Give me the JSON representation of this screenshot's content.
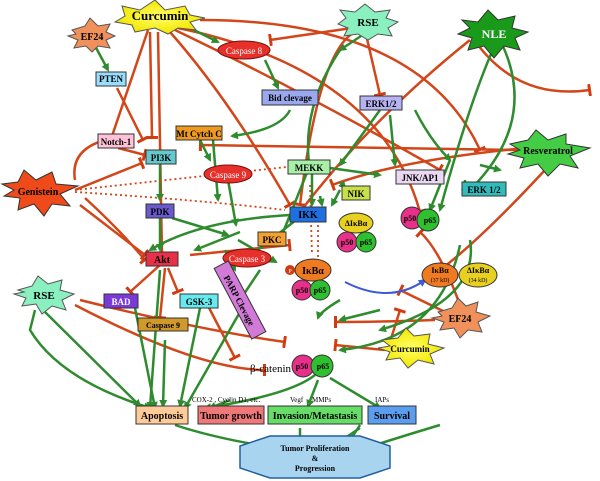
{
  "agents": {
    "curcumin": "Curcumin",
    "rse": "RSE",
    "nle": "NLE",
    "ef24": "EF24",
    "genistein": "Genistein",
    "resveratrol": "Resveratrol"
  },
  "nodes": {
    "caspase8": "Caspase 8",
    "pten": "PTEN",
    "bid": "Bid clevage",
    "erk12": "ERK1/2",
    "notch": "Notch-1",
    "mtcytc": "Mt Cytch C",
    "pi3k": "PI3K",
    "mekk": "MEKK",
    "jnk": "JNK/AP1",
    "erk12b": "ERK 1/2",
    "caspase9": "Caspase 9",
    "pdk": "PDK",
    "nik": "NIK",
    "ikk": "IKK",
    "pkc": "PKC",
    "akt": "Akt",
    "caspase3": "Caspase 3",
    "bad": "BAD",
    "gsk3": "GSK-3",
    "parp": "PARP Clevage",
    "caspase9b": "Caspase 9",
    "bcatenin": "β-catenin"
  },
  "complexes": {
    "p50": "p50",
    "p65": "p65",
    "ikba": "IκBα",
    "delta_ikba": "ΔIκBα",
    "ikba_37": "IκBα",
    "ikba_37_size": "(37 kD)",
    "delta_ikba_34": "ΔIκBα",
    "delta_ikba_34_size": "(34 kD)",
    "p_marker": "P"
  },
  "gene_labels": {
    "cox2": "COX-2 , Cyclin D1, etc.",
    "vegf": "Vegf",
    "mmps": "MMPs",
    "iaps": "IAPs"
  },
  "outcomes": {
    "apoptosis": "Apoptosis",
    "tumor_growth": "Tumor growth",
    "invasion": "Invasion/Metastasis",
    "survival": "Survival",
    "final_line1": "Tumor Proliferation",
    "final_line2": "&",
    "final_line3": "Progression"
  }
}
